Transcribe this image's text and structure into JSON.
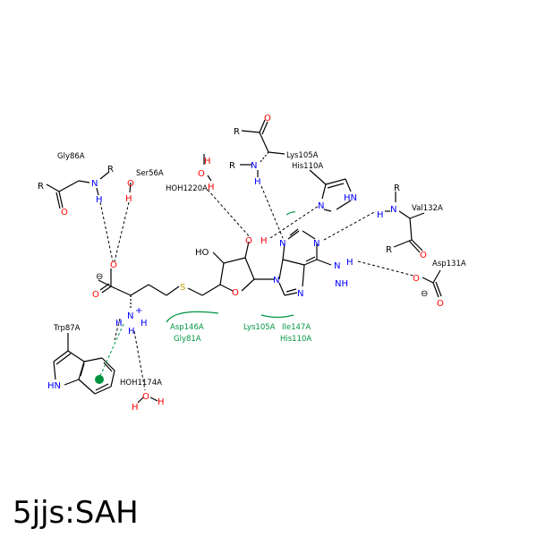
{
  "title": "5jjs:SAH",
  "colors": {
    "nitrogen": "#0000ff",
    "oxygen": "#ff0000",
    "sulfur": "#c8a000",
    "hydrophobic": "#009440"
  },
  "residues": {
    "gly86a": "Gly86A",
    "ser56a": "Ser56A",
    "trp87a": "Trp87A",
    "hoh1174a": "HOH1174A",
    "hoh1220a": "HOH1220A",
    "lys105a_top": "Lys105A",
    "his110a_top": "His110A",
    "val132a": "Val132A",
    "asp131a": "Asp131A"
  },
  "hydrophobic_contacts": {
    "asp146a": "Asp146A",
    "gly81a": "Gly81A",
    "lys105a": "Lys105A",
    "ile147a": "Ile147A",
    "his110a": "His110A"
  },
  "atoms": {
    "R": "R",
    "N": "N",
    "H": "H",
    "O": "O",
    "S": "S",
    "HO": "HO",
    "HN": "HN",
    "NH": "NH",
    "Nplus": "N",
    "plus": "+",
    "minus": "⊖"
  }
}
